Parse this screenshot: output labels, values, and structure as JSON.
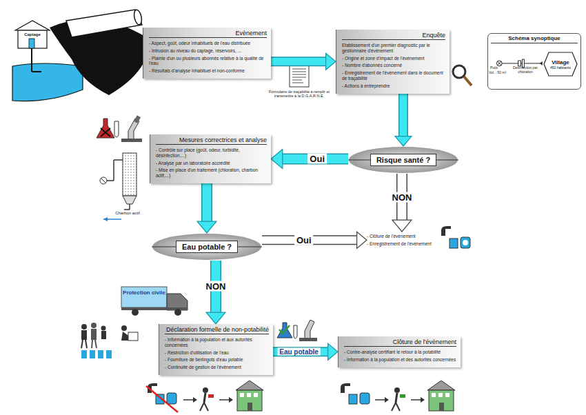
{
  "diagram": {
    "nodes": [
      {
        "text": [
          "Evènement",
          "- Aspect, goût, odeur inhabituels de l'eau distribuée",
          "- Intrusion au niveau du captage, réservoirs, ...",
          "- Plainte d'un ou plusieurs abonnés relative à la qualité de l'eau",
          "- Résultats d'analyse inhabituel et non-conforme"
        ]
      },
      {
        "text": [
          "Enquête",
          "Etablissement d'un premier diagnostic par le gestionnaire d'événement",
          "- Origine et zone d'impact de l'événement",
          "- Nombre d'abonnés concerné",
          "- Enregistrement de l'événement dans le document de traçabilité",
          "- Actions à entreprendre"
        ]
      },
      {
        "text": [
          "Schéma synoptique"
        ]
      },
      {
        "text": [
          "Village",
          "450 habitants"
        ],
        "in": 2
      },
      {
        "text": [
          "Risque santé ?"
        ]
      },
      {
        "text": [
          "Mesures correctrices et analyse",
          "- Contrôle sur place (goût, odeur, turbidité, désinfection,...)",
          "- Analyse par un laboratoire accrédité",
          "- Mise en place d'un traitement (chloration, charbon actif,...)"
        ]
      },
      {
        "text": [
          "Eau potable ?"
        ]
      },
      {
        "text": [
          "- Clôture de l'évènement",
          "- Enregistrement de l'évènement"
        ]
      },
      {
        "text": [
          "Déclaration formelle de non-potabilité",
          "- Information à la population et aux autorités concernées",
          "- Restriction d'utilisation de l'eau",
          "- Fourniture de berlingots d'eau potable",
          "- Continuité de gestion de l'évènement"
        ]
      },
      {
        "text": [
          "Clôture de l'évènement",
          "- Contre-analyse certifiant le retour à la potabilité",
          "- Information à la population et des autorités concernées"
        ]
      }
    ],
    "edges": [
      {
        "from": 0,
        "to": 1,
        "arrow": "to"
      },
      {
        "from": 1,
        "to": 4,
        "arrow": "to"
      },
      {
        "from": 4,
        "to": 5,
        "label": "Oui",
        "arrow": "to"
      },
      {
        "from": 4,
        "to": 7,
        "label": "NON",
        "arrow": "to"
      },
      {
        "from": 5,
        "to": 6,
        "arrow": "to"
      },
      {
        "from": 6,
        "to": 7,
        "label": "Oui",
        "arrow": "to"
      },
      {
        "from": 6,
        "to": 8,
        "label": "NON",
        "arrow": "to"
      },
      {
        "from": 8,
        "to": 9,
        "label": "Eau potable",
        "arrow": "to"
      }
    ],
    "labels": [
      "Captage",
      "Formulaire de traçabilité à remplir et transmettre à la D.G.A.R.N.E.",
      "Puits",
      "Vol. : 50 m³",
      "Désinfection par chloration",
      "Charbon actif",
      "Protection civile"
    ]
  }
}
